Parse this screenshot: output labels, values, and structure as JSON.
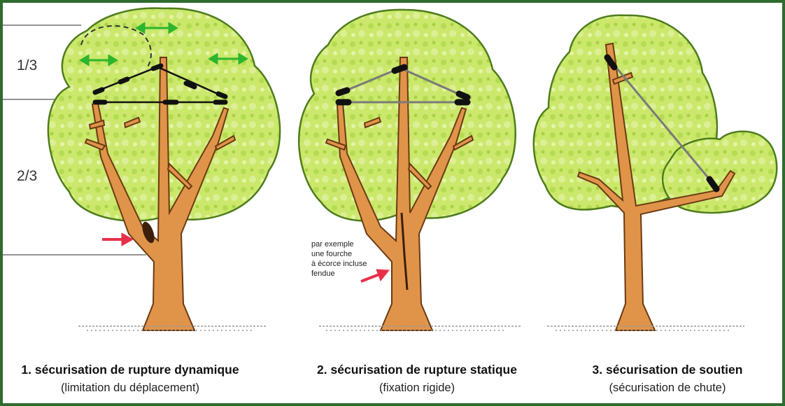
{
  "labels": {
    "third_upper": "1/3",
    "third_lower": "2/3"
  },
  "note_lines": [
    "par exemple",
    "une fourche",
    "à écorce incluse",
    "fendue"
  ],
  "captions": [
    {
      "title": "1. sécurisation de rupture dynamique",
      "subtitle": "(limitation du déplacement)"
    },
    {
      "title": "2. sécurisation de rupture statique",
      "subtitle": "(fixation rigide)"
    },
    {
      "title": "3. sécurisation de soutien",
      "subtitle": "(sécurisation de chute)"
    }
  ],
  "colors": {
    "frame": "#2e6b2e",
    "foliage": "#c8e86a",
    "foliage_edge": "#4e7d1c",
    "trunk": "#e0944a",
    "trunk_edge": "#6b3a12",
    "arrow_green": "#2db52d",
    "arrow_red": "#e8304a",
    "cable": "#111111",
    "rod": "#7a7a7a"
  }
}
